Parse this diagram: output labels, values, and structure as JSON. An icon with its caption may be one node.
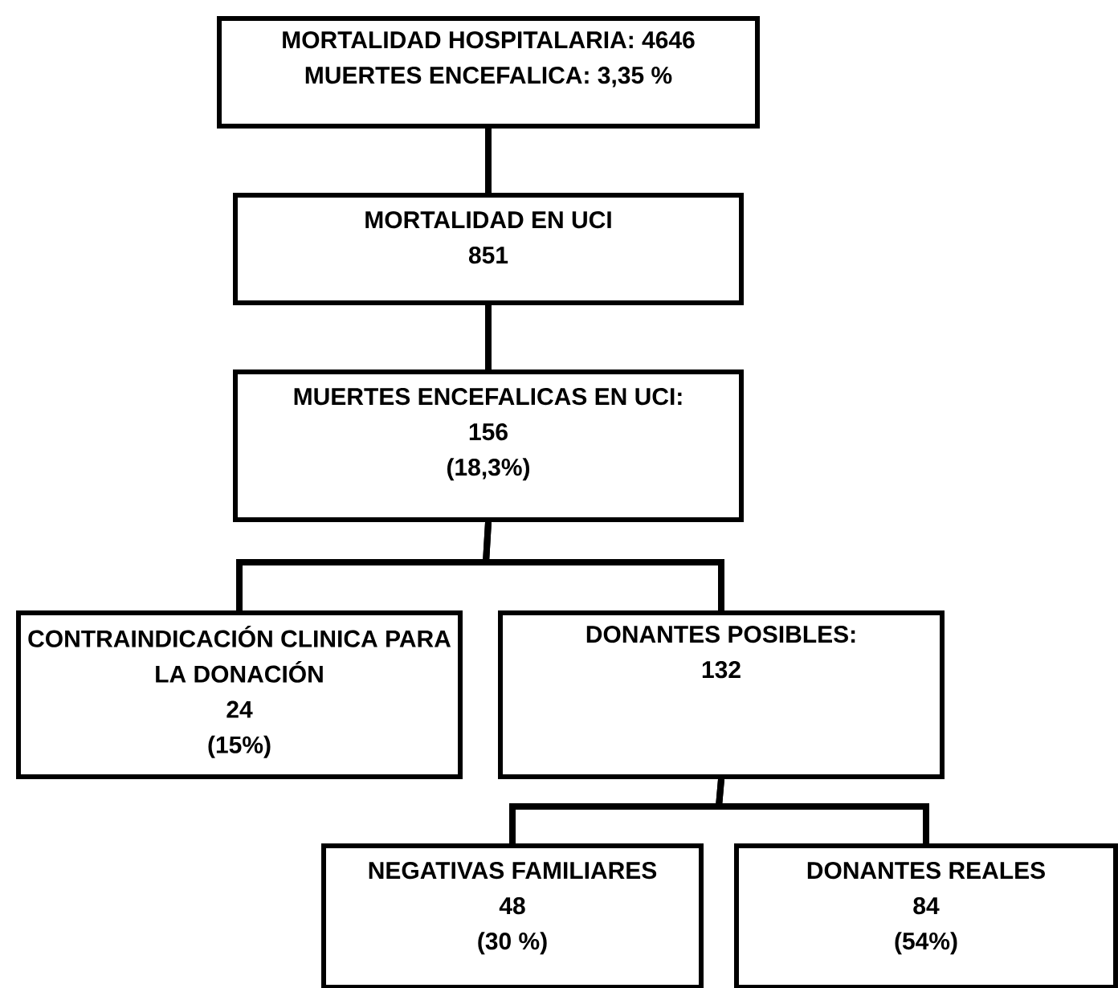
{
  "diagram": {
    "nodes": [
      {
        "text": [
          "MORTALIDAD HOSPITALARIA: 4646",
          "MUERTES ENCEFALICA: 3,35 %"
        ]
      },
      {
        "text": [
          "MORTALIDAD EN UCI",
          "851"
        ]
      },
      {
        "text": [
          "MUERTES ENCEFALICAS EN UCI:",
          "156",
          "(18,3%)"
        ]
      },
      {
        "text": [
          "CONTRAINDICACIÓN CLINICA PARA LA DONACIÓN",
          "24",
          "(15%)"
        ]
      },
      {
        "text": [
          "DONANTES POSIBLES:",
          "132"
        ]
      },
      {
        "text": [
          "NEGATIVAS FAMILIARES",
          "48",
          "(30 %)"
        ]
      },
      {
        "text": [
          "DONANTES REALES",
          "84",
          "(54%)"
        ]
      }
    ],
    "edges": [
      {
        "from": 0,
        "to": 1,
        "arrow": "none"
      },
      {
        "from": 1,
        "to": 2,
        "arrow": "none"
      },
      {
        "from": 2,
        "to": 3,
        "arrow": "none"
      },
      {
        "from": 2,
        "to": 4,
        "arrow": "none"
      },
      {
        "from": 4,
        "to": 5,
        "arrow": "none"
      },
      {
        "from": 4,
        "to": 6,
        "arrow": "none"
      }
    ]
  }
}
